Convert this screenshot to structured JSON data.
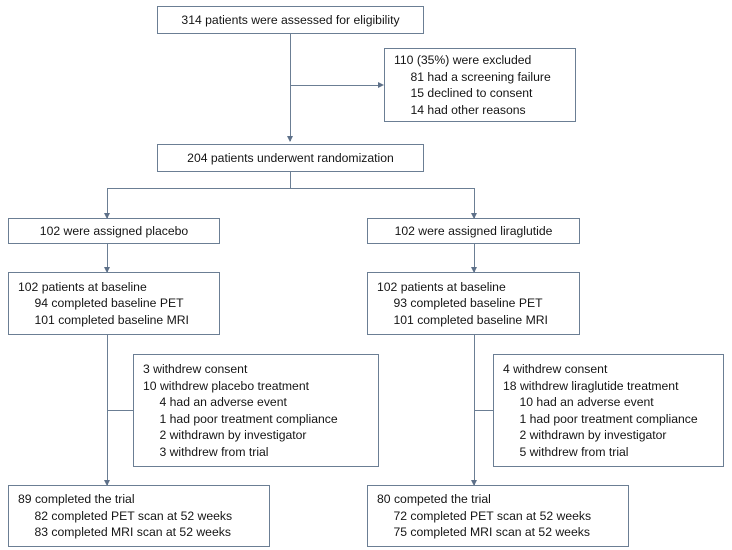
{
  "diagram": {
    "type": "consort-flow-diagram",
    "accent_border_color": "#6b7e94",
    "text_color": "#141414",
    "background_color": "#ffffff",
    "nodes": {
      "assessed": {
        "lines": [
          "314 patients were assessed for eligibility"
        ]
      },
      "excluded": {
        "lines": [
          "110 (35%) were excluded",
          "81 had a screening failure",
          "15 declined to consent",
          "14 had other reasons"
        ]
      },
      "randomized": {
        "lines": [
          "204 patients underwent randomization"
        ]
      },
      "assigned_placebo": {
        "lines": [
          "102 were assigned placebo"
        ]
      },
      "assigned_liraglutide": {
        "lines": [
          "102 were assigned liraglutide"
        ]
      },
      "baseline_placebo": {
        "lines": [
          "102 patients at baseline",
          "94 completed baseline PET",
          "101 completed baseline MRI"
        ]
      },
      "baseline_liraglutide": {
        "lines": [
          "102 patients at baseline",
          "93 completed baseline PET",
          "101 completed baseline MRI"
        ]
      },
      "withdrew_placebo": {
        "lines": [
          "3 withdrew consent",
          "10 withdrew placebo treatment",
          "4 had an adverse event",
          "1 had poor treatment compliance",
          "2 withdrawn by investigator",
          "3 withdrew from trial"
        ]
      },
      "withdrew_liraglutide": {
        "lines": [
          "4 withdrew consent",
          "18 withdrew liraglutide treatment",
          "10 had an adverse event",
          "1 had poor treatment compliance",
          "2 withdrawn by investigator",
          "5 withdrew from trial"
        ]
      },
      "completed_placebo": {
        "lines": [
          "89 completed the trial",
          "82 completed PET scan at 52 weeks",
          "83 completed MRI scan at 52 weeks"
        ]
      },
      "completed_liraglutide": {
        "lines": [
          "80 competed the trial",
          "72 completed PET scan at 52 weeks",
          "75 completed MRI scan at 52 weeks"
        ]
      }
    }
  }
}
